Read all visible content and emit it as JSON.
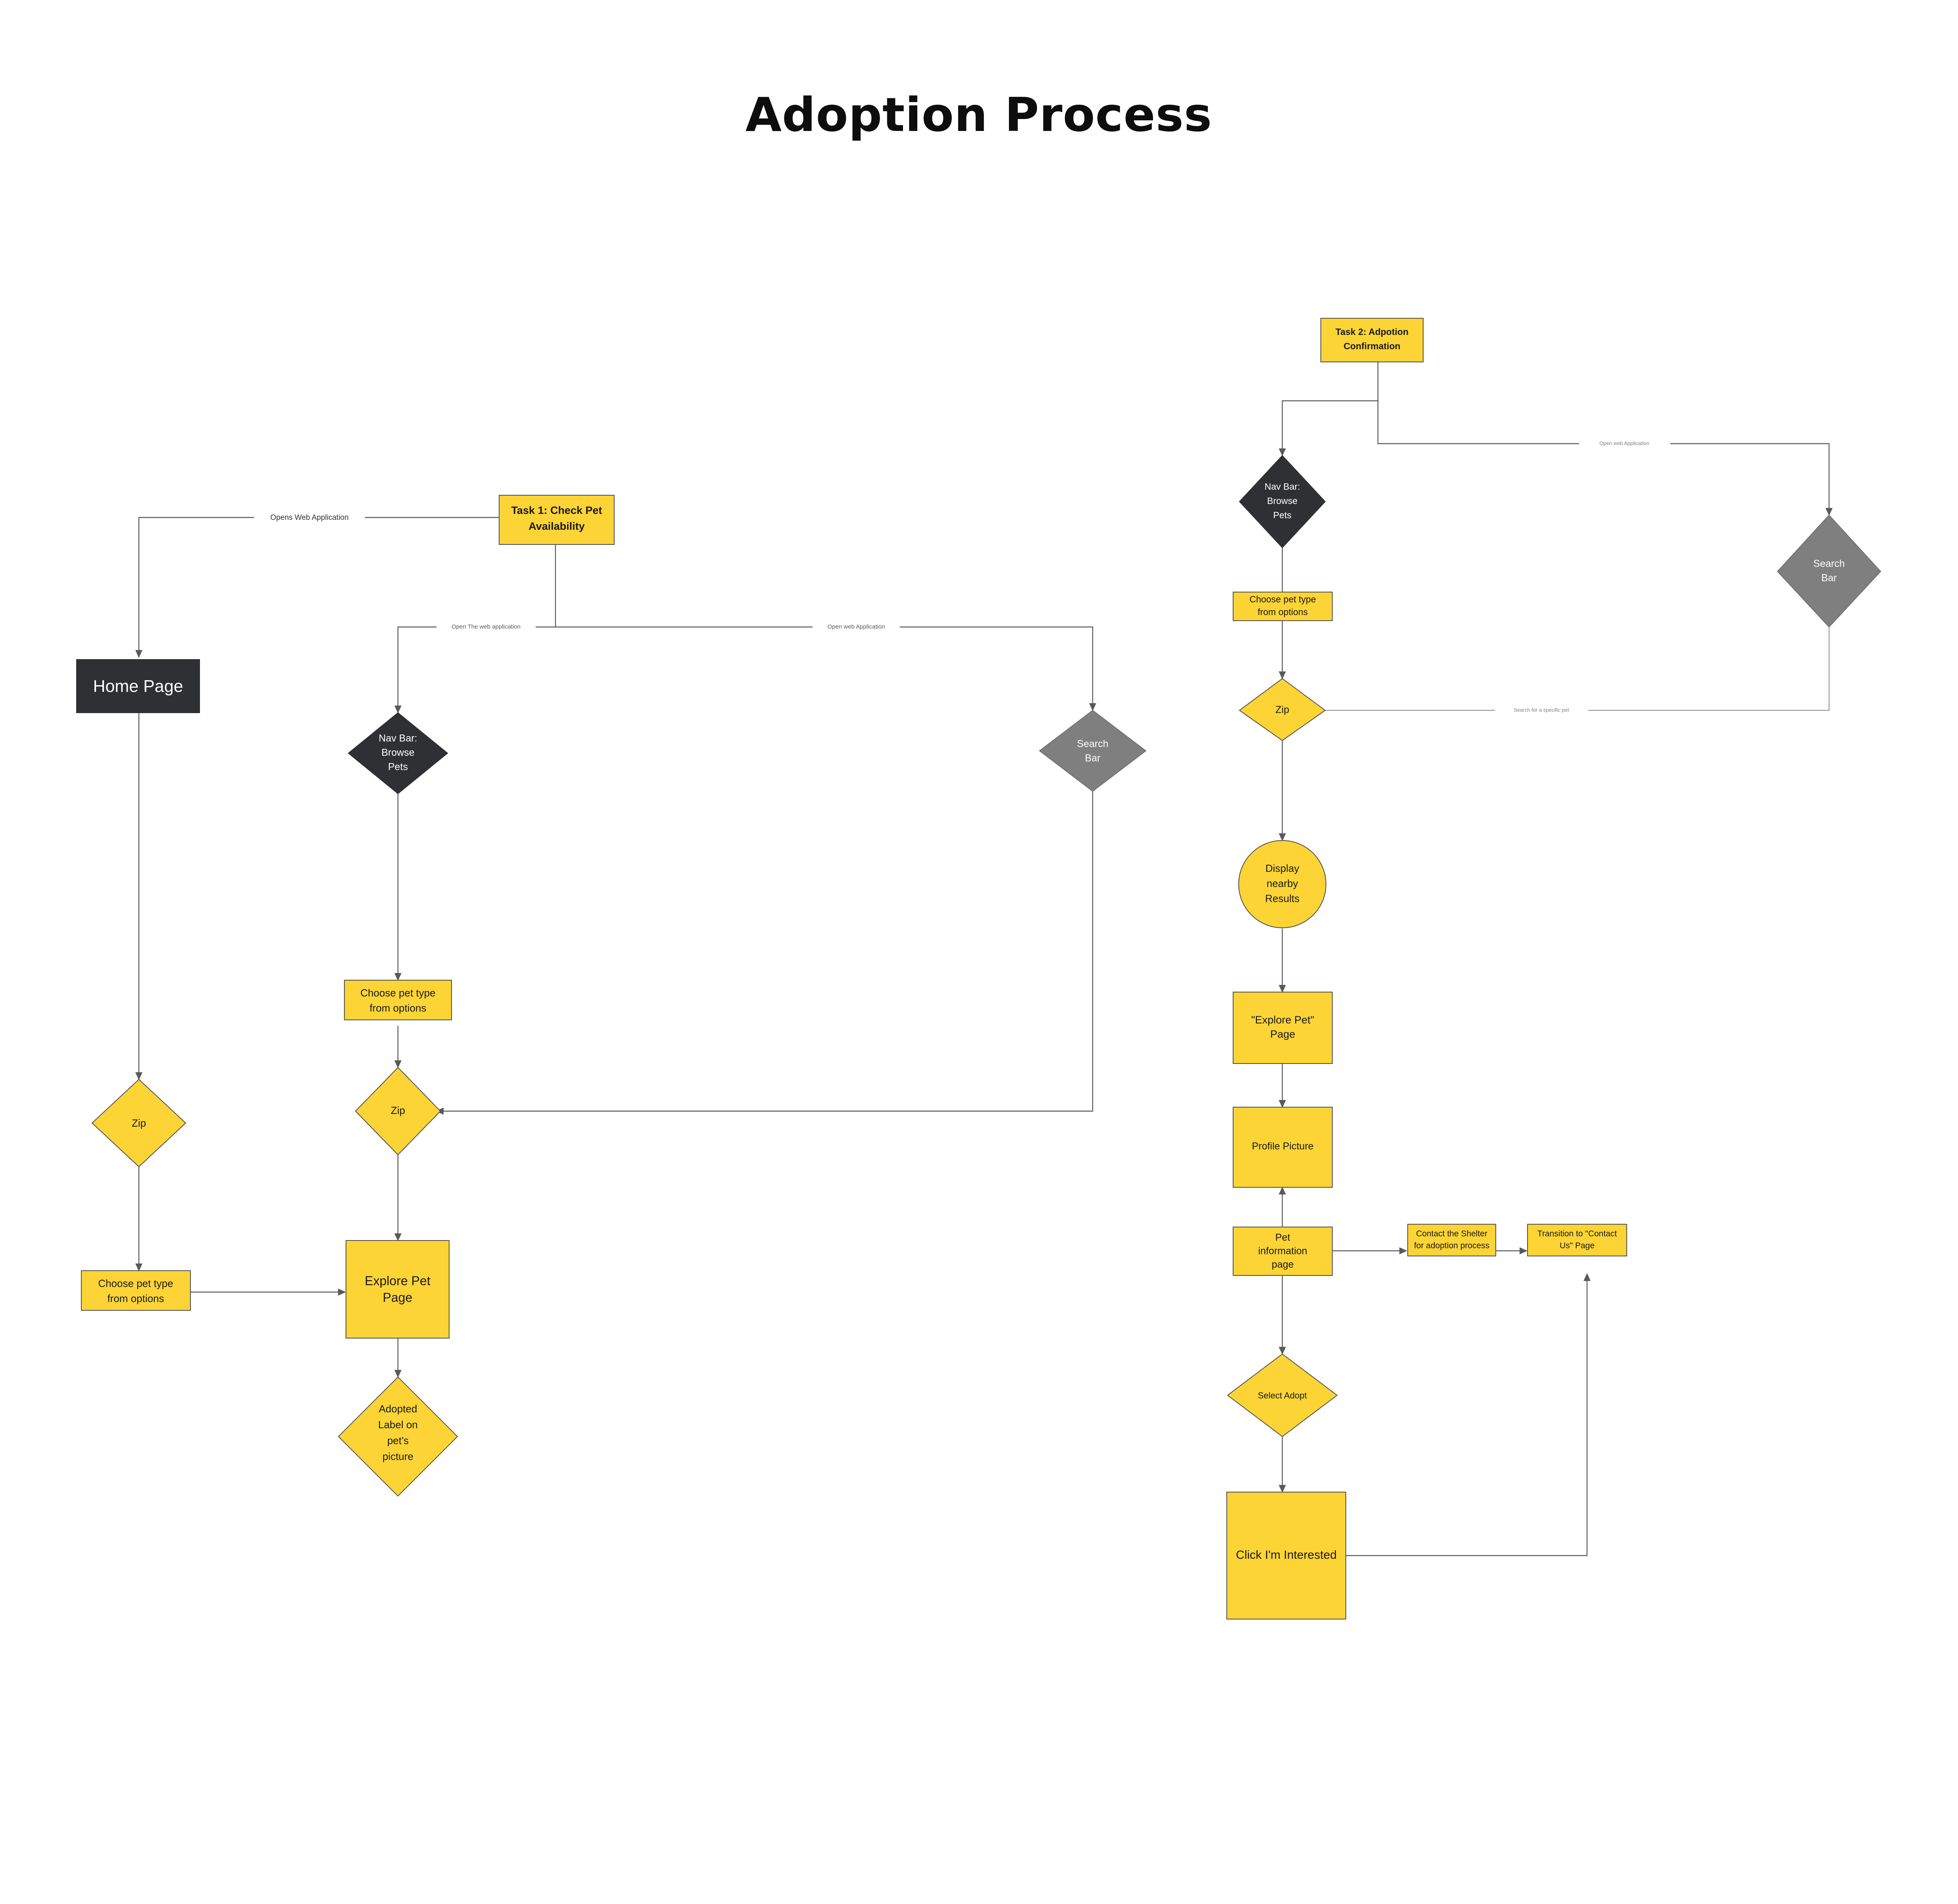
{
  "title": "Adoption Process",
  "palette": {
    "yellow": "#FCD435",
    "dark": "#2E3033",
    "gray": "#7F7F7F",
    "edge": "#595959",
    "background": "#FFFFFF",
    "text_dark": "#1A1A1A",
    "text_light": "#FFFFFF"
  },
  "task1": {
    "nodes": {
      "task1_header": {
        "label": "Task 1: Check Pet Availability",
        "lines": [
          "Task 1: Check Pet",
          "Availability"
        ],
        "shape": "rectangle",
        "color": "yellow"
      },
      "home_page": {
        "label": "Home Page",
        "lines": [
          "Home Page"
        ],
        "shape": "rectangle",
        "color": "dark"
      },
      "nav_bar": {
        "label": "Nav Bar: Browse Pets",
        "lines": [
          "Nav Bar:",
          "Browse",
          "Pets"
        ],
        "shape": "diamond",
        "color": "dark"
      },
      "search_bar": {
        "label": "Search Bar",
        "lines": [
          "Search",
          "Bar"
        ],
        "shape": "diamond",
        "color": "gray"
      },
      "zip_left": {
        "label": "Zip",
        "lines": [
          "Zip"
        ],
        "shape": "diamond",
        "color": "yellow"
      },
      "zip_mid": {
        "label": "Zip",
        "lines": [
          "Zip"
        ],
        "shape": "diamond",
        "color": "yellow"
      },
      "choose_pet_type_left": {
        "label": "Choose pet type from options",
        "lines": [
          "Choose pet type",
          "from options"
        ],
        "shape": "rectangle",
        "color": "yellow"
      },
      "choose_pet_type_mid": {
        "label": "Choose pet type from options",
        "lines": [
          "Choose pet type",
          "from options"
        ],
        "shape": "rectangle",
        "color": "yellow"
      },
      "explore_pet_page": {
        "label": "Explore Pet Page",
        "lines": [
          "Explore Pet",
          "Page"
        ],
        "shape": "rectangle",
        "color": "yellow"
      },
      "adopted_label": {
        "label": "Adopted Label on pet's picture",
        "lines": [
          "Adopted",
          "Label on",
          "pet's",
          "picture"
        ],
        "shape": "diamond",
        "color": "yellow"
      }
    },
    "edge_labels": {
      "opens_web_application": "Opens Web Application",
      "open_the_web_application": "Open The web application",
      "open_web_application": "Open web Application"
    }
  },
  "task2": {
    "nodes": {
      "task2_header": {
        "label": "Task 2: Adpotion Confirmation",
        "lines": [
          "Task 2: Adpotion",
          "Confirmation"
        ],
        "shape": "rectangle",
        "color": "yellow"
      },
      "nav_bar": {
        "label": "Nav Bar: Browse Pets",
        "lines": [
          "Nav Bar:",
          "Browse",
          "Pets"
        ],
        "shape": "diamond",
        "color": "dark"
      },
      "search_bar": {
        "label": "Search Bar",
        "lines": [
          "Search",
          "Bar"
        ],
        "shape": "diamond",
        "color": "gray"
      },
      "choose_pet_type": {
        "label": "Choose pet type from options",
        "lines": [
          "Choose pet type",
          "from options"
        ],
        "shape": "rectangle",
        "color": "yellow"
      },
      "zip": {
        "label": "Zip",
        "lines": [
          "Zip"
        ],
        "shape": "diamond",
        "color": "yellow"
      },
      "display_nearby_results": {
        "label": "Display nearby Results",
        "lines": [
          "Display",
          "nearby",
          "Results"
        ],
        "shape": "ellipse",
        "color": "yellow"
      },
      "explore_pet_page": {
        "label": "\"Explore Pet\" Page",
        "lines": [
          "\"Explore Pet\"",
          "Page"
        ],
        "shape": "rectangle",
        "color": "yellow"
      },
      "profile_picture": {
        "label": "Profile Picture",
        "lines": [
          "Profile Picture"
        ],
        "shape": "rectangle",
        "color": "yellow"
      },
      "pet_information_page": {
        "label": "Pet information page",
        "lines": [
          "Pet",
          "information",
          "page"
        ],
        "shape": "rectangle",
        "color": "yellow"
      },
      "contact_shelter": {
        "label": "Contact the Shelter for adoption process",
        "lines": [
          "Contact the Shelter",
          "for adoption process"
        ],
        "shape": "rectangle",
        "color": "yellow"
      },
      "transition_contact_us": {
        "label": "Transition to \"Contact Us\" Page",
        "lines": [
          "Transition to \"Contact",
          "Us\" Page"
        ],
        "shape": "rectangle",
        "color": "yellow"
      },
      "select_adopt": {
        "label": "Select Adopt",
        "lines": [
          "Select Adopt"
        ],
        "shape": "diamond",
        "color": "yellow"
      },
      "click_im_interested": {
        "label": "Click I'm Interested",
        "lines": [
          "Click I'm Interested"
        ],
        "shape": "rectangle",
        "color": "yellow"
      }
    },
    "edge_labels": {
      "open_web_application": "Open web Application",
      "search_for_a_specific_pet": "Search for a specific pet"
    }
  }
}
